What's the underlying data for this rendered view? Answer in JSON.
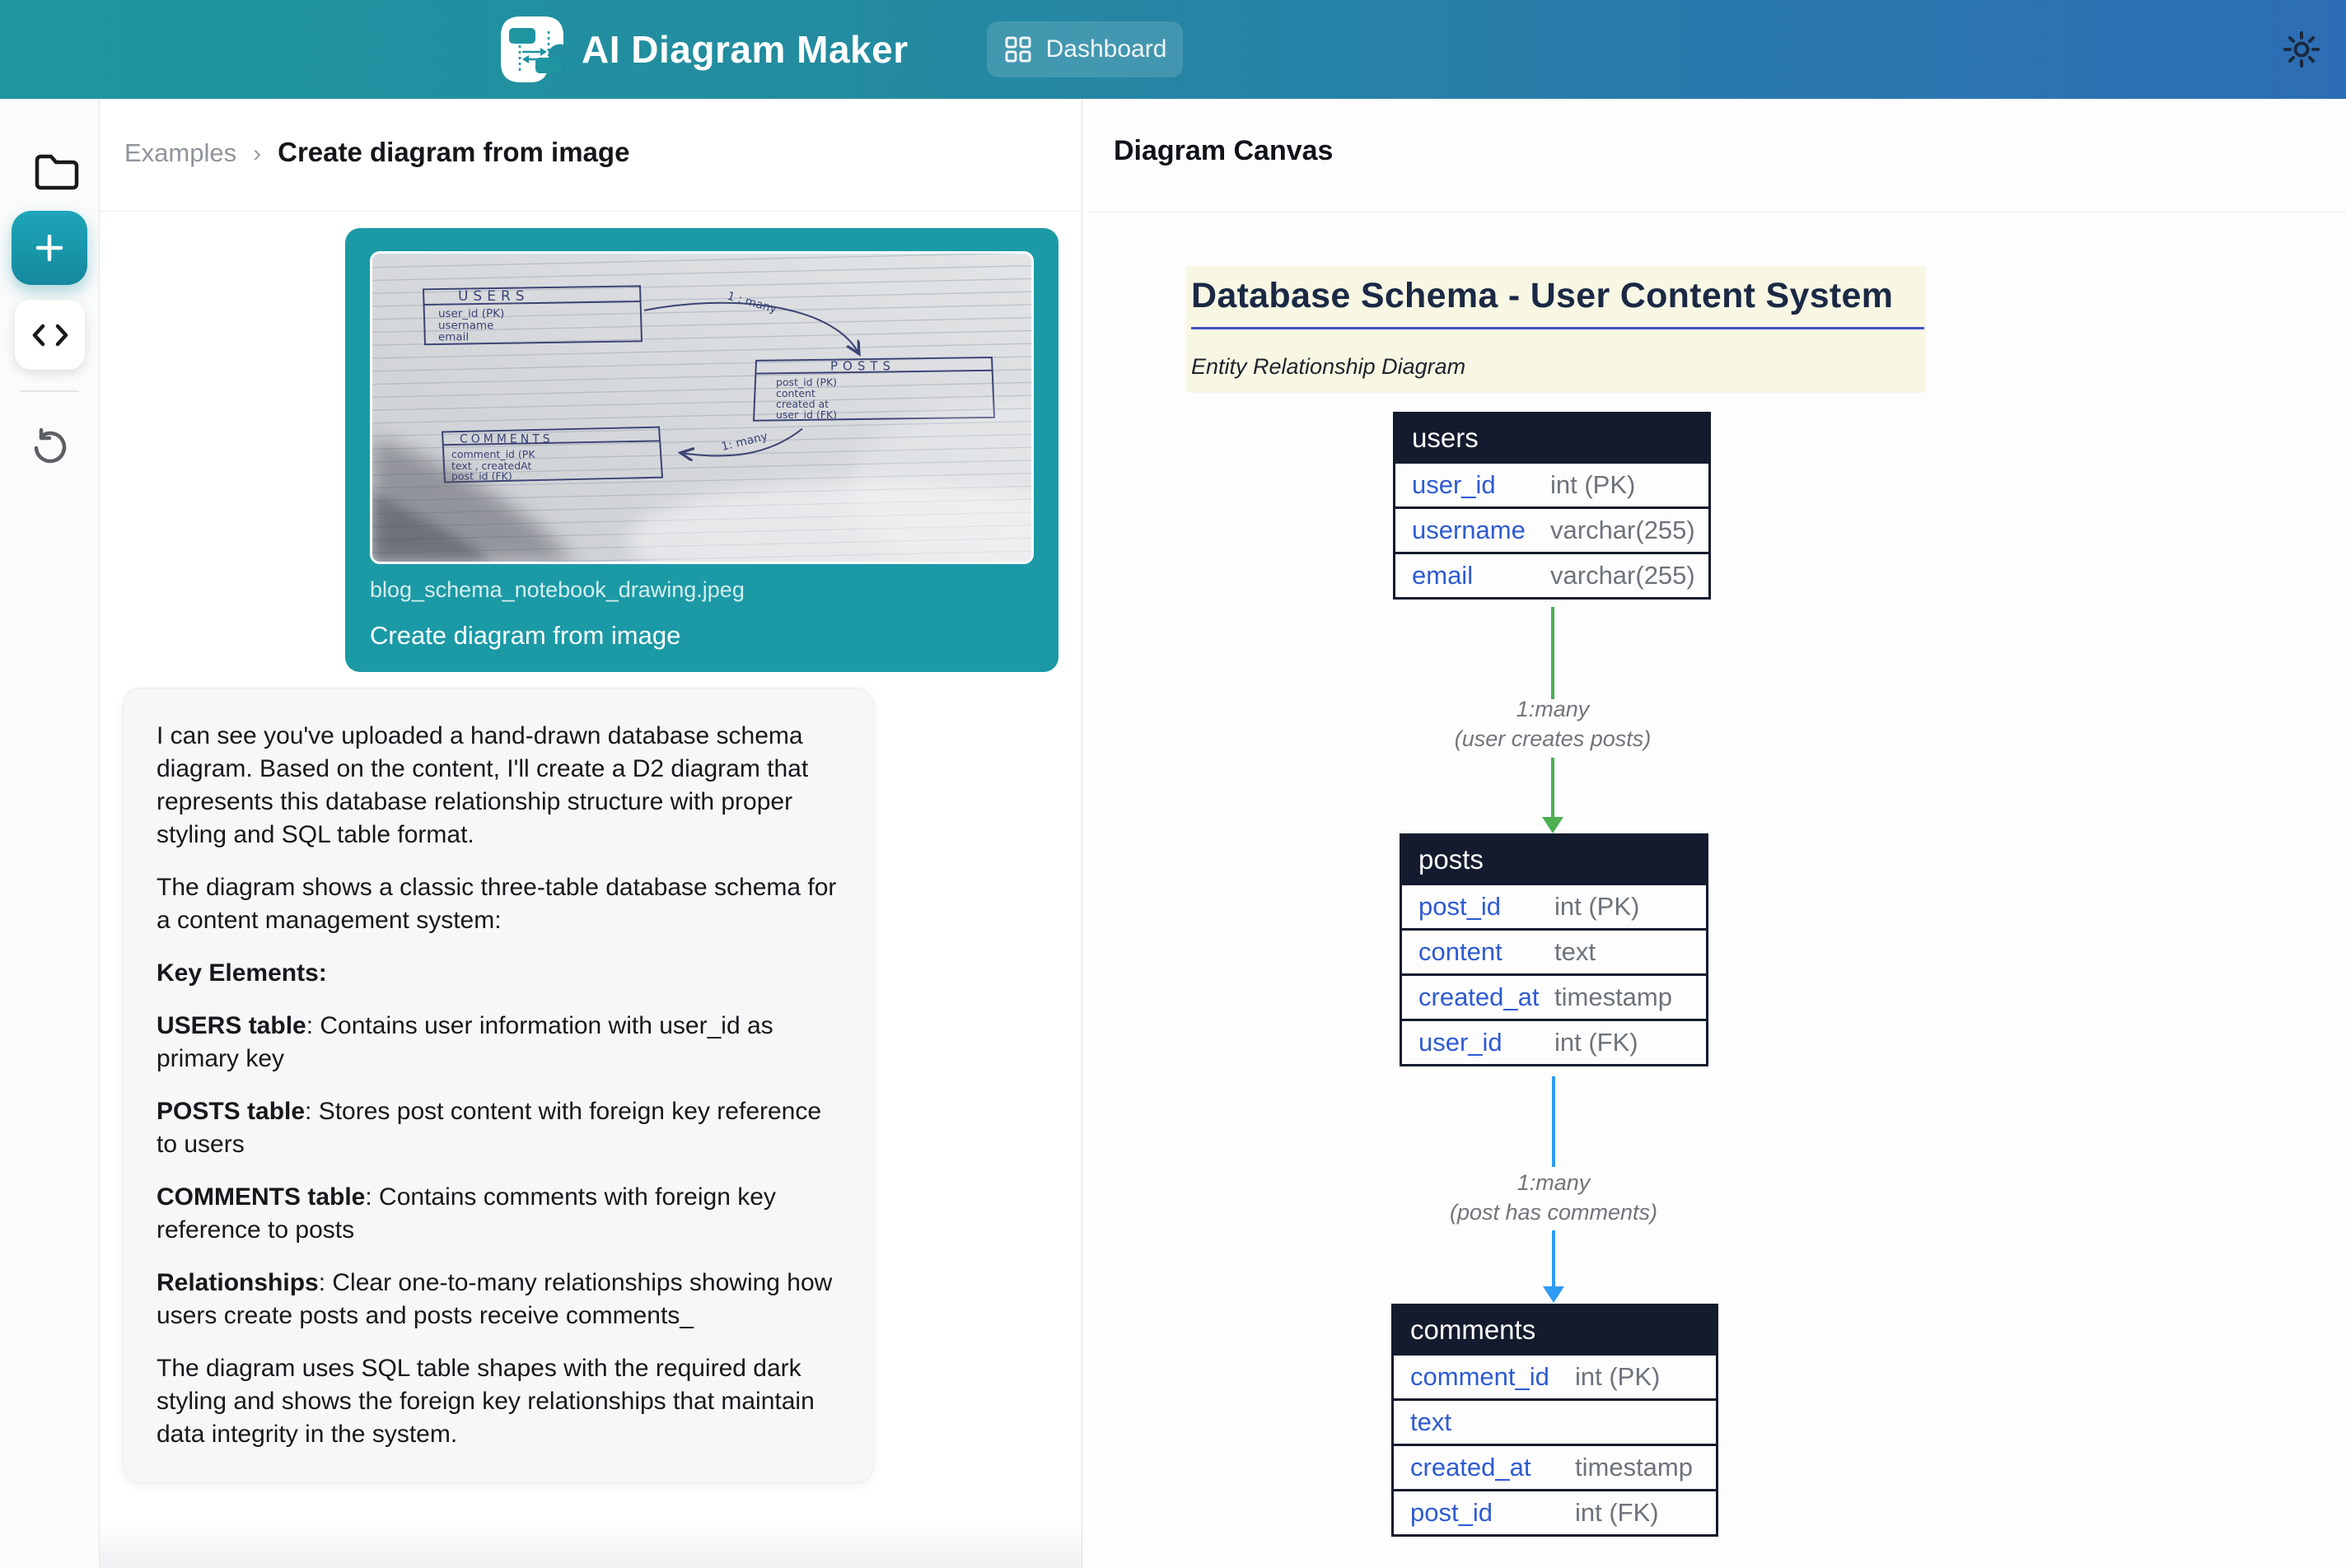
{
  "header": {
    "app_title": "AI Diagram Maker",
    "dashboard_label": "Dashboard"
  },
  "icons": {
    "logo": "diagram-file-icon",
    "nav": "dashboard-grid-icon",
    "theme": "sun-icon",
    "sidebar": [
      "folder-icon",
      "plus-icon",
      "code-icon",
      "reset-icon"
    ]
  },
  "breadcrumb": {
    "parent": "Examples",
    "separator": "›",
    "current": "Create diagram from image"
  },
  "upload_card": {
    "filename": "blog_schema_notebook_drawing.jpeg",
    "caption": "Create diagram from image",
    "sketch": {
      "users": {
        "title": "USERS",
        "fields": [
          "user_id (PK)",
          "username",
          "email"
        ]
      },
      "posts": {
        "title": "POSTS",
        "fields": [
          "post_id (PK)",
          "content",
          "created at",
          "user_id (FK)"
        ]
      },
      "comments": {
        "title": "COMMENTS",
        "fields": [
          "comment_id (PK",
          "text , createdAt",
          "post_id (FK)"
        ]
      },
      "arrow1_label": "1 : many",
      "arrow2_label": "1: many"
    }
  },
  "chat": {
    "paragraphs": [
      {
        "bold": "",
        "text": "I can see you've uploaded a hand-drawn database schema diagram. Based on the content, I'll create a D2 diagram that represents this database relationship structure with proper styling and SQL table format."
      },
      {
        "bold": "",
        "text": "The diagram shows a classic three-table database schema for a content management system:"
      },
      {
        "bold": "Key Elements:",
        "text": ""
      },
      {
        "bold": "USERS table",
        "text": ": Contains user information with user_id as primary key"
      },
      {
        "bold": "POSTS table",
        "text": ": Stores post content with foreign key reference to users"
      },
      {
        "bold": "COMMENTS table",
        "text": ": Contains comments with foreign key reference to posts"
      },
      {
        "bold": "Relationships",
        "text": ": Clear one-to-many relationships showing how users create posts and posts receive comments_"
      },
      {
        "bold": "",
        "text": "The diagram uses SQL table shapes with the required dark styling and shows the foreign key relationships that maintain data integrity in the system."
      }
    ]
  },
  "canvas": {
    "panel_title": "Diagram Canvas",
    "diagram_title": "Database Schema - User Content System",
    "diagram_subtitle": "Entity Relationship Diagram",
    "tables": [
      {
        "name": "users",
        "rows": [
          {
            "field": "user_id",
            "type": "int (PK)"
          },
          {
            "field": "username",
            "type": "varchar(255)"
          },
          {
            "field": "email",
            "type": "varchar(255)"
          }
        ]
      },
      {
        "name": "posts",
        "rows": [
          {
            "field": "post_id",
            "type": "int (PK)"
          },
          {
            "field": "content",
            "type": "text"
          },
          {
            "field": "created_at",
            "type": "timestamp"
          },
          {
            "field": "user_id",
            "type": "int (FK)"
          }
        ]
      },
      {
        "name": "comments",
        "rows": [
          {
            "field": "comment_id",
            "type": "int (PK)"
          },
          {
            "field": "text",
            "type": ""
          },
          {
            "field": "created_at",
            "type": "timestamp"
          },
          {
            "field": "post_id",
            "type": "int (FK)"
          }
        ]
      }
    ],
    "relationships": [
      {
        "label": "1:many",
        "sublabel": "(user creates posts)",
        "color": "#4bb052"
      },
      {
        "label": "1:many",
        "sublabel": "(post has comments)",
        "color": "#2f9bf2"
      }
    ]
  },
  "colors": {
    "header_gradient_start": "#1d96a0",
    "header_gradient_end": "#2d6db5",
    "card_teal": "#1b9aa6",
    "table_header": "#141b2e",
    "field_blue": "#2e5bd3",
    "type_gray": "#6e737b",
    "title_highlight": "#f7f7e4",
    "title_rule_blue": "#4055c6",
    "arrow_green": "#4bb052",
    "arrow_blue": "#2f9bf2"
  }
}
